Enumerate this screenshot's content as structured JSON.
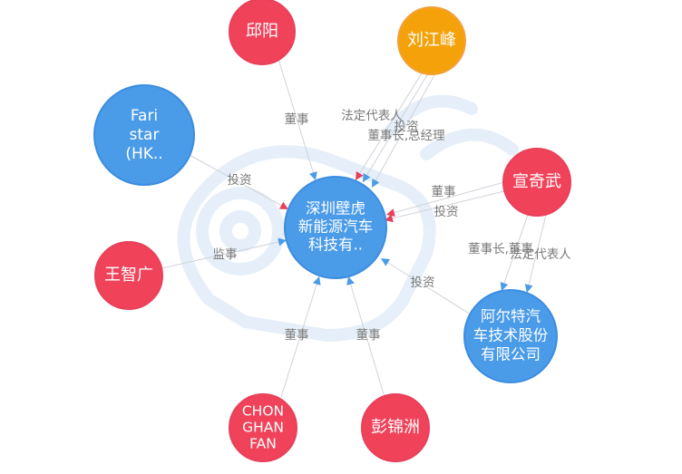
{
  "colors": {
    "company": "#4a9be8",
    "company_stroke": "#3d8de0",
    "person": "#f0435a",
    "person_stroke": "#e8405a",
    "legal_rep": "#f5a20a",
    "legal_rep_stroke": "#f2a03a",
    "edge": "#cfd3d9",
    "arrow_blue": "#4a9be8",
    "arrow_red": "#e8405a",
    "edge_label": "#7a7a7a"
  },
  "nodes": [
    {
      "id": "center",
      "kind": "company",
      "lines": [
        "深圳壁虎",
        "新能源汽车",
        "科技有.."
      ]
    },
    {
      "id": "qiuyang",
      "kind": "person",
      "lines": [
        "邱阳"
      ]
    },
    {
      "id": "liujiangfeng",
      "kind": "legal_rep",
      "lines": [
        "刘江峰"
      ]
    },
    {
      "id": "faristar",
      "kind": "company",
      "lines": [
        "Fari",
        "star",
        "(HK.."
      ]
    },
    {
      "id": "xuanqiwu",
      "kind": "person",
      "lines": [
        "宣奇武"
      ]
    },
    {
      "id": "wangzhiguang",
      "kind": "person",
      "lines": [
        "王智广"
      ]
    },
    {
      "id": "aerte",
      "kind": "company",
      "lines": [
        "阿尔特汽",
        "车技术股份",
        "有限公司"
      ]
    },
    {
      "id": "chonghanfan",
      "kind": "person",
      "lines": [
        "CHON",
        "GHAN",
        "FAN"
      ]
    },
    {
      "id": "pengjinzhou",
      "kind": "person",
      "lines": [
        "彭锦洲"
      ]
    }
  ],
  "edges": [
    {
      "from": "qiuyang",
      "to": "center",
      "label": "董事"
    },
    {
      "from": "liujiangfeng",
      "to": "center",
      "label": "法定代表人"
    },
    {
      "from": "liujiangfeng",
      "to": "center",
      "label": "投资"
    },
    {
      "from": "liujiangfeng",
      "to": "center",
      "label": "董事长,总经理"
    },
    {
      "from": "faristar",
      "to": "center",
      "label": "投资"
    },
    {
      "from": "xuanqiwu",
      "to": "center",
      "label": "董事"
    },
    {
      "from": "xuanqiwu",
      "to": "center",
      "label": "投资"
    },
    {
      "from": "wangzhiguang",
      "to": "center",
      "label": "监事"
    },
    {
      "from": "aerte",
      "to": "center",
      "label": "投资"
    },
    {
      "from": "xuanqiwu",
      "to": "aerte",
      "label": "董事长,董事"
    },
    {
      "from": "xuanqiwu",
      "to": "aerte",
      "label": "法定代表人"
    },
    {
      "from": "chonghanfan",
      "to": "center",
      "label": "董事"
    },
    {
      "from": "pengjinzhou",
      "to": "center",
      "label": "董事"
    }
  ]
}
